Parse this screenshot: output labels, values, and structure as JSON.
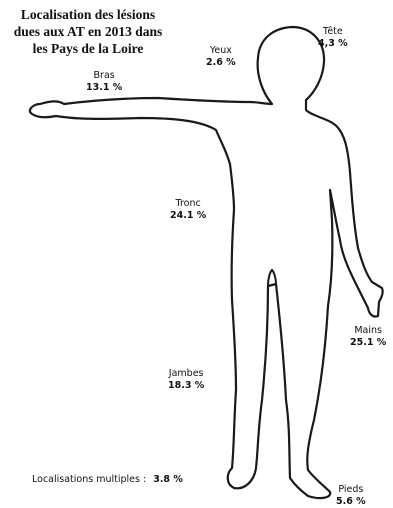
{
  "title_lines": [
    "Localisation des lésions",
    "dues aux AT en 2013 dans",
    "les Pays de la Loire"
  ],
  "regions": {
    "tete": {
      "name": "Tête",
      "pct": "4,3 %"
    },
    "yeux": {
      "name": "Yeux",
      "pct": "2.6 %"
    },
    "bras": {
      "name": "Bras",
      "pct": "13.1 %"
    },
    "tronc": {
      "name": "Tronc",
      "pct": "24.1 %"
    },
    "mains": {
      "name": "Mains",
      "pct": "25.1 %"
    },
    "jambes": {
      "name": "Jambes",
      "pct": "18.3 %"
    },
    "pieds": {
      "name": "Pieds",
      "pct": "5.6 %"
    }
  },
  "multiple": {
    "label": "Localisations multiples :",
    "pct": "3.8 %"
  }
}
